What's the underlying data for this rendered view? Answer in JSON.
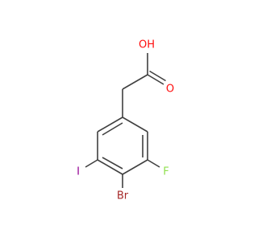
{
  "molecule": {
    "atoms": {
      "oh": {
        "text": "OH",
        "color": "#ff0d0d"
      },
      "o": {
        "text": "O",
        "color": "#ff0d0d"
      },
      "f": {
        "text": "F",
        "color": "#90e050"
      },
      "br": {
        "text": "Br",
        "color": "#a62929"
      },
      "i": {
        "text": "I",
        "color": "#940094"
      }
    },
    "bond_color": "#404040"
  }
}
